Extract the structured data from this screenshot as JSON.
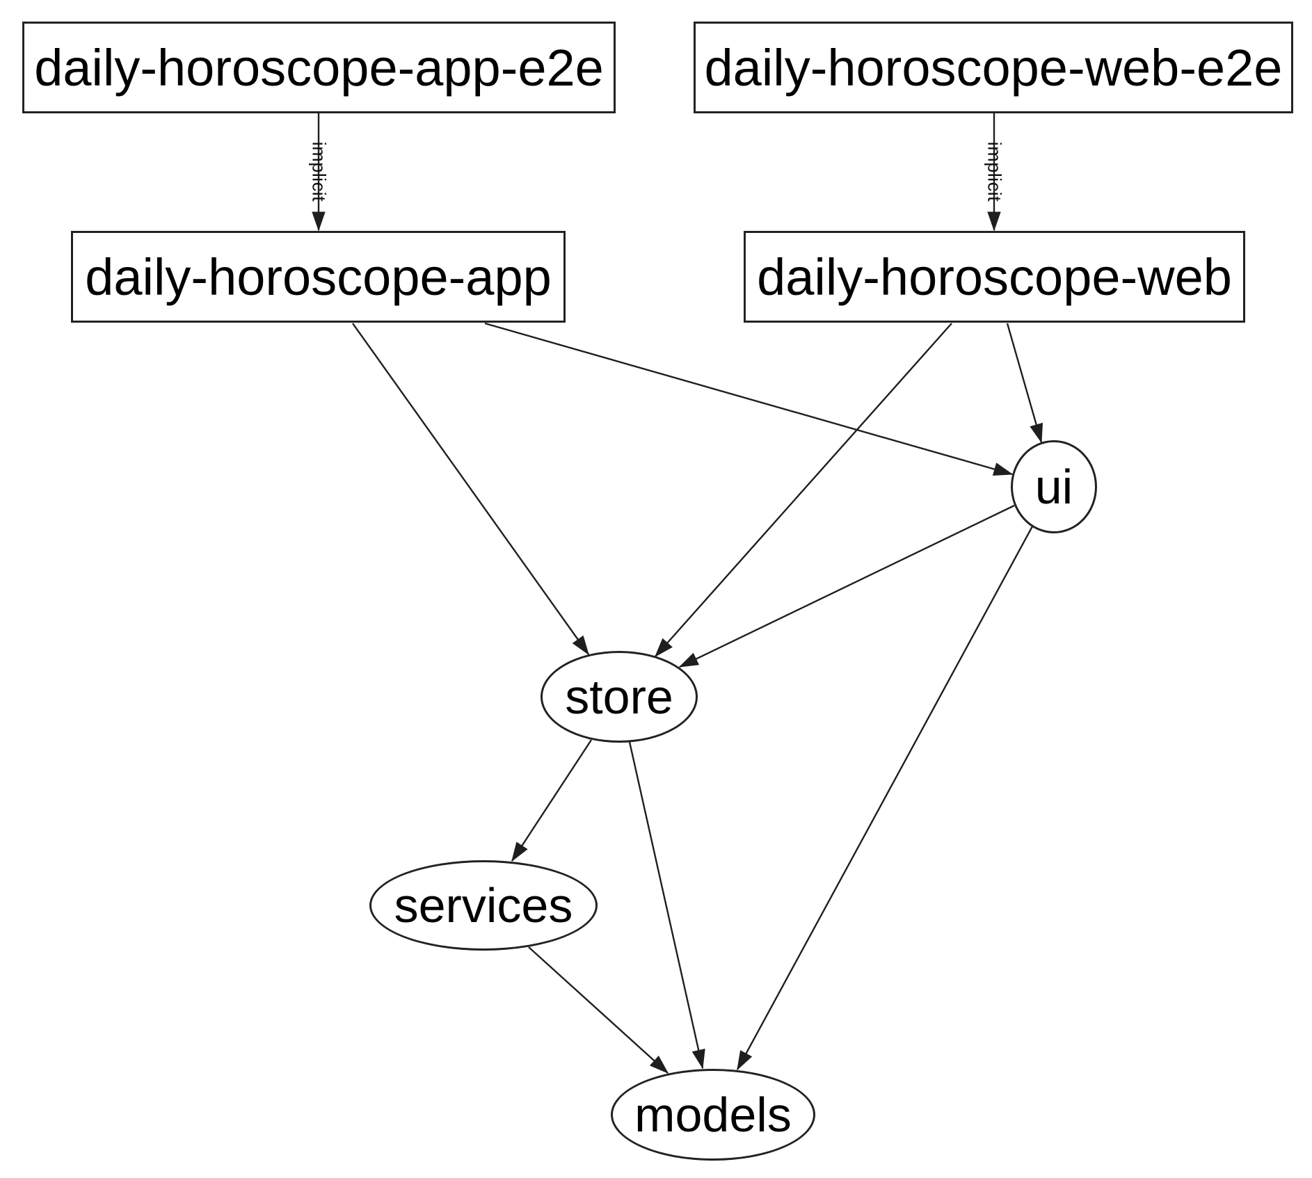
{
  "diagram": {
    "background_color": "#ffffff",
    "stroke_color": "#1f1f1f",
    "nodes": [
      {
        "id": "daily-horoscope-app-e2e",
        "label": "daily-horoscope-app-e2e",
        "shape": "box"
      },
      {
        "id": "daily-horoscope-web-e2e",
        "label": "daily-horoscope-web-e2e",
        "shape": "box"
      },
      {
        "id": "daily-horoscope-app",
        "label": "daily-horoscope-app",
        "shape": "box"
      },
      {
        "id": "daily-horoscope-web",
        "label": "daily-horoscope-web",
        "shape": "box"
      },
      {
        "id": "ui",
        "label": "ui",
        "shape": "ellipse"
      },
      {
        "id": "store",
        "label": "store",
        "shape": "ellipse"
      },
      {
        "id": "services",
        "label": "services",
        "shape": "ellipse"
      },
      {
        "id": "models",
        "label": "models",
        "shape": "ellipse"
      }
    ],
    "edges": [
      {
        "from": "daily-horoscope-app-e2e",
        "to": "daily-horoscope-app",
        "label": "implicit"
      },
      {
        "from": "daily-horoscope-web-e2e",
        "to": "daily-horoscope-web",
        "label": "implicit"
      },
      {
        "from": "daily-horoscope-app",
        "to": "store",
        "label": ""
      },
      {
        "from": "daily-horoscope-app",
        "to": "ui",
        "label": ""
      },
      {
        "from": "daily-horoscope-web",
        "to": "store",
        "label": ""
      },
      {
        "from": "daily-horoscope-web",
        "to": "ui",
        "label": ""
      },
      {
        "from": "ui",
        "to": "store",
        "label": ""
      },
      {
        "from": "ui",
        "to": "models",
        "label": ""
      },
      {
        "from": "store",
        "to": "services",
        "label": ""
      },
      {
        "from": "store",
        "to": "models",
        "label": ""
      },
      {
        "from": "services",
        "to": "models",
        "label": ""
      }
    ]
  }
}
